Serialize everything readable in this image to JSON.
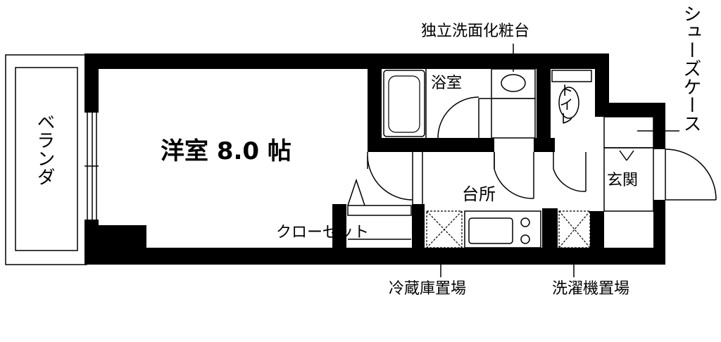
{
  "rooms": {
    "western_room": "洋室 8.0 帖",
    "bath": "浴室",
    "vanity": "独立洗面化粧台",
    "toilet": "トイレ",
    "entrance": "玄関",
    "kitchen": "台所",
    "closet": "クローゼット",
    "veranda": "ベランダ",
    "shoe_case": "シューズケース",
    "fridge_space": "冷蔵庫置場",
    "washer_space": "洗濯機置場"
  }
}
